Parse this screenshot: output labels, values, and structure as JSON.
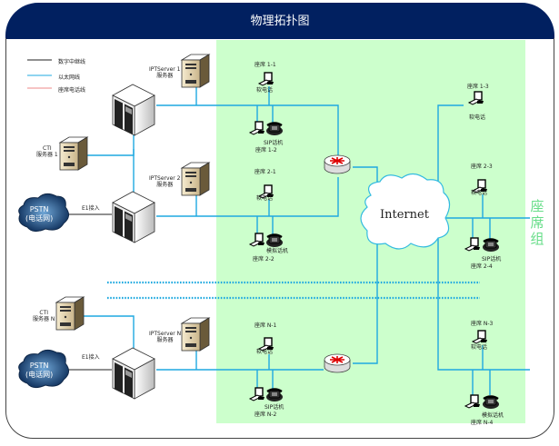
{
  "title": "物理拓扑图",
  "legend": [
    {
      "label": "数字中继线",
      "color": "#222222"
    },
    {
      "label": "以太网线",
      "color": "#1fa9e0"
    },
    {
      "label": "座席电话线",
      "color": "#ee8888"
    }
  ],
  "group_label": "座席组",
  "internet_label": "Internet",
  "colors": {
    "title_bg": "#012060",
    "seat_area": "#ccffcc",
    "ethernet": "#1fa9e0",
    "trunk": "#222222"
  },
  "sites": [
    {
      "cti": {
        "line1": "CTI",
        "line2": "服务器 1"
      },
      "pstn": {
        "line1": "PSTN",
        "line2": "(电话网)"
      },
      "e1": "E1接入",
      "ipt": {
        "line1": "IPTServer 1",
        "line2": "服务器"
      },
      "seats": [
        {
          "name": "座席 1-1",
          "device": "软电话"
        },
        {
          "name": "座席 1-2",
          "device": "SIP话机"
        },
        {
          "name": "座席 1-3",
          "device": "软电话"
        }
      ]
    },
    {
      "ipt": {
        "line1": "IPTServer 2",
        "line2": "服务器"
      },
      "seats": [
        {
          "name": "座席 2-1",
          "device": "软电话"
        },
        {
          "name": "座席 2-2",
          "device": "模拟话机"
        },
        {
          "name": "座席 2-3",
          "device": "软电话"
        },
        {
          "name": "座席 2-4",
          "device": "SIP话机"
        }
      ]
    },
    {
      "cti": {
        "line1": "CTI",
        "line2": "服务器 N"
      },
      "pstn": {
        "line1": "PSTN",
        "line2": "(电话网)"
      },
      "e1": "E1接入",
      "ipt": {
        "line1": "IPTServer N",
        "line2": "服务器"
      },
      "seats": [
        {
          "name": "座席 N-1",
          "device": "软电话"
        },
        {
          "name": "座席 N-2",
          "device": "SIP话机"
        },
        {
          "name": "座席 N-3",
          "device": "软电话"
        },
        {
          "name": "座席 N-4",
          "device": "模拟话机"
        }
      ]
    }
  ]
}
